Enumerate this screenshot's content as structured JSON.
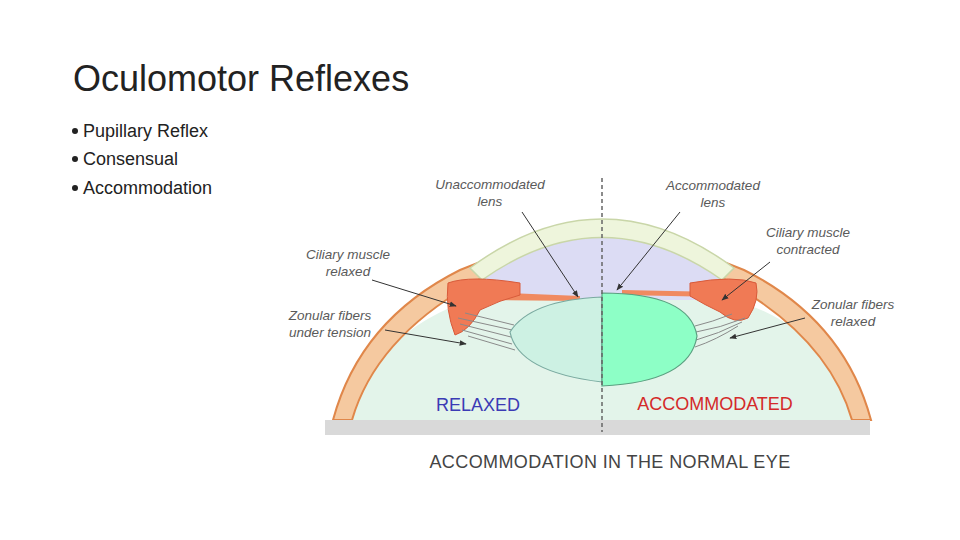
{
  "diagram": {
    "title": "Oculomotor Reflexes",
    "caption": "ACCOMMODATION IN THE NORMAL EYE",
    "labels": [
      "Pupillary Reflex",
      "Consensual",
      "Accommodation",
      "Unaccommodated lens",
      "Accommodated lens",
      "Ciliary muscle relaxed",
      "Ciliary muscle contracted",
      "Zonular fibers under tension",
      "Zonular fibers relaxed",
      "RELAXED",
      "ACCOMMODATED"
    ]
  }
}
